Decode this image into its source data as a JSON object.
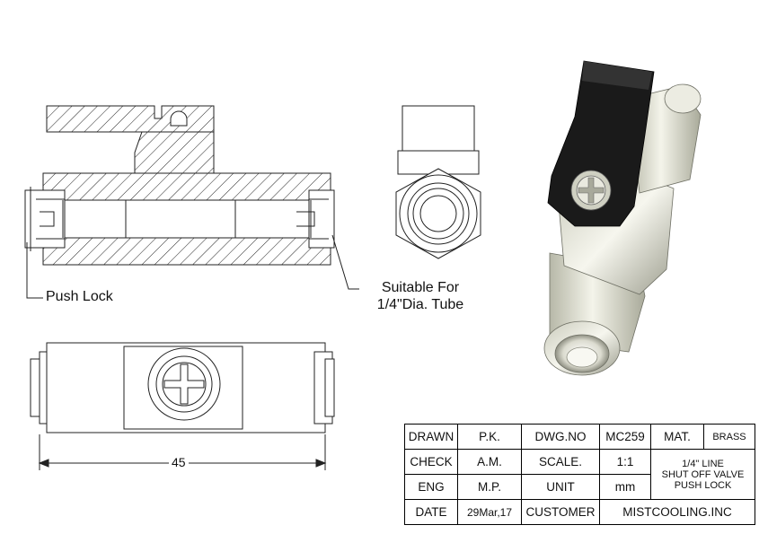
{
  "annotations": {
    "push_lock": "Push Lock",
    "suitable_line1": "Suitable For",
    "suitable_line2": "1/4\"Dia. Tube",
    "dimension_length": "45"
  },
  "title_block": {
    "drawn_label": "DRAWN",
    "drawn_value": "P.K.",
    "dwg_no_label": "DWG.NO",
    "dwg_no_value": "MC259",
    "mat_label": "MAT.",
    "mat_value": "BRASS",
    "check_label": "CHECK",
    "check_value": "A.M.",
    "scale_label": "SCALE.",
    "scale_value": "1:1",
    "eng_label": "ENG",
    "eng_value": "M.P.",
    "unit_label": "UNIT",
    "unit_value": "mm",
    "description_line1": "1/4\" LINE",
    "description_line2": "SHUT OFF VALVE",
    "description_line3": "PUSH LOCK",
    "date_label": "DATE",
    "date_value": "29Mar,17",
    "customer_label": "CUSTOMER",
    "customer_value": "MISTCOOLING.INC"
  },
  "colors": {
    "line": "#222222",
    "valve_body": "#d9d9cc",
    "valve_handle": "#1a1a1a"
  }
}
